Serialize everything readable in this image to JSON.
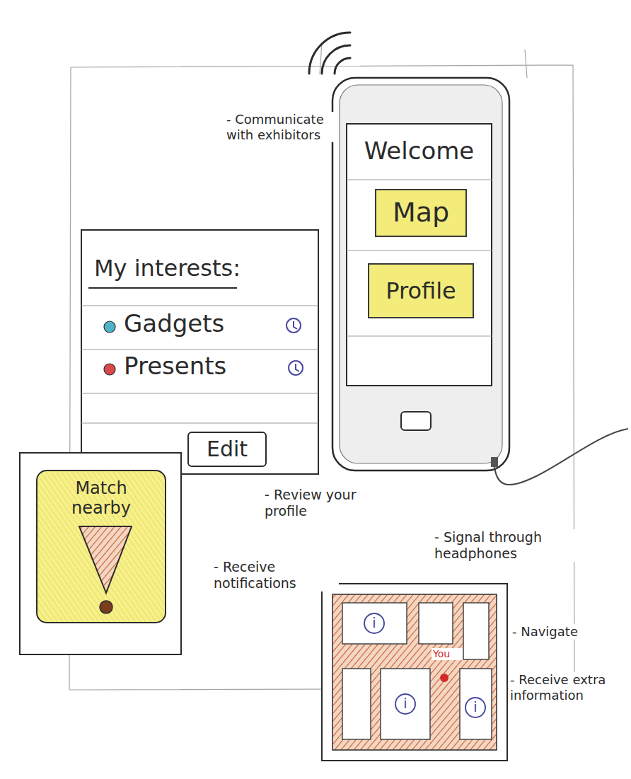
{
  "diagram": {
    "nodes": [
      {
        "text": [
          "Welcome"
        ]
      },
      {
        "text": [
          "Map"
        ],
        "in": 0
      },
      {
        "text": [
          "Profile"
        ],
        "in": 0
      },
      {
        "text": [
          "My interests:",
          "Gadgets",
          "Presents"
        ]
      },
      {
        "text": [
          "Edit"
        ],
        "in": 3
      },
      {
        "text": [
          "Match nearby"
        ]
      },
      {
        "text": [
          "i"
        ]
      },
      {
        "text": [
          "i"
        ]
      },
      {
        "text": [
          "i"
        ]
      }
    ],
    "labels": [
      "- Communicate with exhibitors",
      "- Review your profile",
      "- Signal through headphones",
      "- Receive notifications",
      "- Navigate",
      "- Receive extra information",
      "You"
    ]
  }
}
